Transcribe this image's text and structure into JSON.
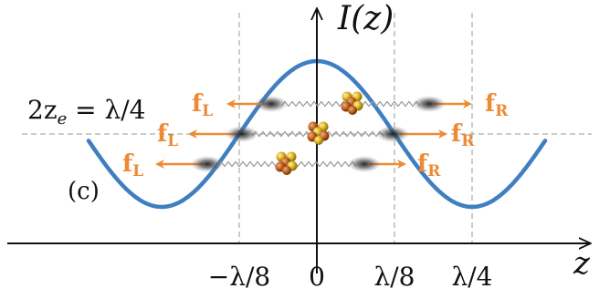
{
  "axes": {
    "y_label": "I(z)",
    "x_label": "z",
    "tick_labels": [
      "−λ/8",
      "0",
      "λ/8",
      "λ/4"
    ]
  },
  "annotations": {
    "panel_label": "(c)",
    "equation": "2z",
    "equation_sub": "e",
    "equation_rhs": " = λ/4"
  },
  "forces": {
    "left": "f",
    "left_sub": "L",
    "right": "f",
    "right_sub": "R"
  },
  "colors": {
    "curve": "#3f7fc1",
    "force": "#ee8a33",
    "axis": "#111111",
    "guide": "#999999",
    "spring": "#9a9a9a",
    "cluster_gold": "#d8ab1a",
    "cluster_copper": "#b85a1a"
  }
}
